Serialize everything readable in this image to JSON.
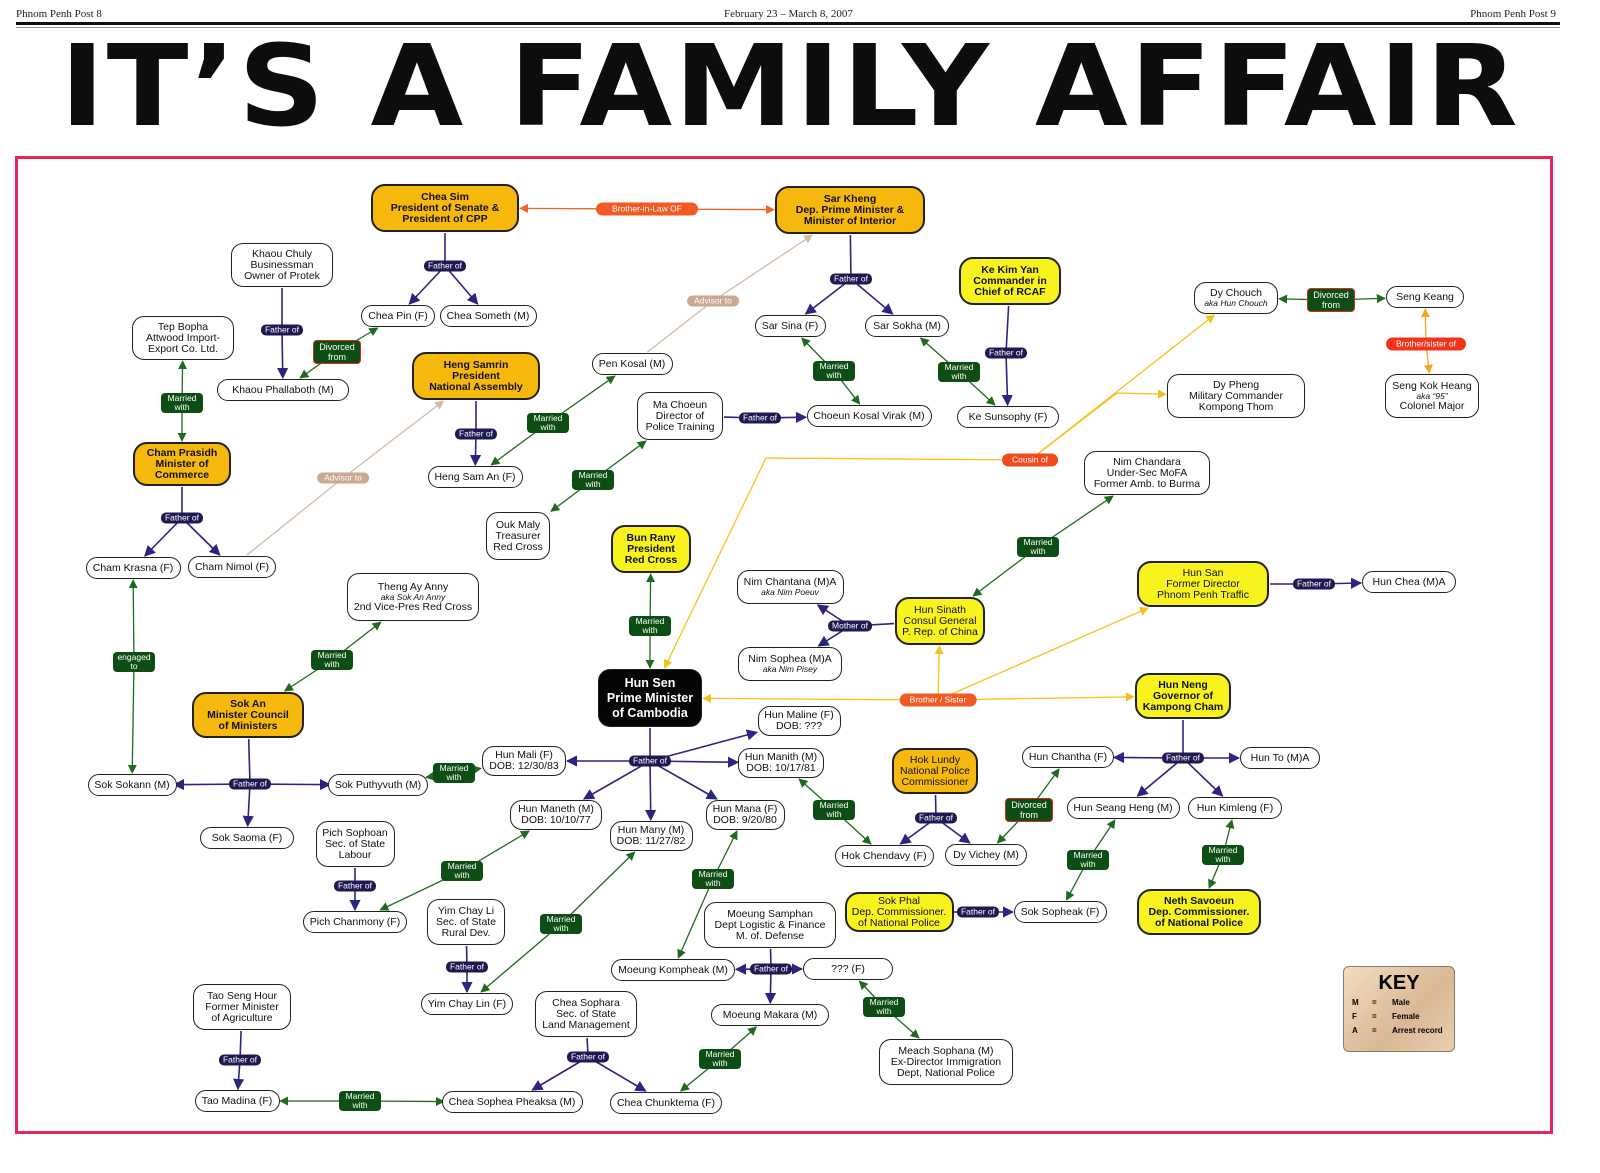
{
  "header": {
    "left": "Phnom Penh Post 8",
    "center": "February 23 – March 8, 2007",
    "right": "Phnom Penh Post 9"
  },
  "title": "IT’S A FAMILY AFFAIR",
  "nodes": {
    "n1": {
      "style": "gold",
      "lines": [
        "Chea Sim",
        "President of Senate &",
        "President of CPP"
      ]
    },
    "n2": {
      "style": "gold",
      "lines": [
        "Sar Kheng",
        "Dep. Prime Minister &",
        "Minister of Interior"
      ]
    },
    "n3": {
      "style": "white",
      "lines": [
        "Khaou Chuly",
        "Businessman",
        "Owner of Protek"
      ]
    },
    "n4": {
      "style": "white",
      "lines": [
        "Chea Pin (F)"
      ]
    },
    "n5": {
      "style": "white",
      "lines": [
        "Chea Someth (M)"
      ]
    },
    "n6": {
      "style": "white",
      "lines": [
        "Tep Bopha",
        "Attwood Import-",
        "Export Co. Ltd."
      ]
    },
    "n7": {
      "style": "white",
      "lines": [
        "Khaou Phallaboth (M)"
      ]
    },
    "n8": {
      "style": "gold",
      "lines": [
        "Heng Samrin",
        "President",
        "National Assembly"
      ]
    },
    "n9": {
      "style": "white",
      "lines": [
        "Pen Kosal (M)"
      ]
    },
    "n10": {
      "style": "white",
      "lines": [
        "Sar Sina (F)"
      ]
    },
    "n11": {
      "style": "white",
      "lines": [
        "Sar Sokha (M)"
      ]
    },
    "n12": {
      "style": "yellow",
      "lines": [
        "Ke Kim Yan",
        "Commander in",
        "Chief of RCAF"
      ]
    },
    "n13": {
      "style": "white",
      "lines": [
        "Dy Chouch",
        "aka Hun Chouch"
      ]
    },
    "n14": {
      "style": "white",
      "lines": [
        "Seng Keang"
      ]
    },
    "n15": {
      "style": "white",
      "lines": [
        "Seng Kok Heang",
        "aka “95”",
        "Colonel Major"
      ]
    },
    "n16": {
      "style": "white",
      "lines": [
        "Dy Pheng",
        "Military Commander",
        "Kompong Thom"
      ]
    },
    "n17": {
      "style": "white",
      "lines": [
        "Ma Choeun",
        "Director of",
        "Police Training"
      ]
    },
    "n18": {
      "style": "white",
      "lines": [
        "Choeun Kosal Virak (M)"
      ]
    },
    "n19": {
      "style": "white",
      "lines": [
        "Ke Sunsophy (F)"
      ]
    },
    "n20": {
      "style": "gold",
      "lines": [
        "Cham Prasidh",
        "Minister of",
        "Commerce"
      ]
    },
    "n21": {
      "style": "white",
      "lines": [
        "Heng Sam An (F)"
      ]
    },
    "n22": {
      "style": "white",
      "lines": [
        "Nim Chandara",
        "Under-Sec MoFA",
        "Former Amb. to Burma"
      ]
    },
    "n23": {
      "style": "white",
      "lines": [
        "Ouk Maly",
        "Treasurer",
        "Red Cross"
      ]
    },
    "n24": {
      "style": "yellow",
      "lines": [
        "Bun Rany",
        "President",
        "Red Cross"
      ]
    },
    "n25": {
      "style": "white",
      "lines": [
        "Cham Krasna (F)"
      ]
    },
    "n26": {
      "style": "white",
      "lines": [
        "Cham Nimol (F)"
      ]
    },
    "n27": {
      "style": "white",
      "lines": [
        "Theng Ay Anny",
        "aka Sok An Anny",
        "2nd Vice-Pres Red Cross"
      ]
    },
    "n28": {
      "style": "white",
      "lines": [
        "Nim Chantana (M)A",
        "aka Nim Poeuv"
      ]
    },
    "n29": {
      "style": "yellow plain",
      "lines": [
        "Hun Sinath",
        "Consul General",
        "P. Rep. of China"
      ]
    },
    "n30": {
      "style": "yellow plain",
      "lines": [
        "Hun San",
        "Former Director",
        "Phnom Penh Traffic"
      ]
    },
    "n31": {
      "style": "white",
      "lines": [
        "Hun Chea (M)A"
      ]
    },
    "n32": {
      "style": "white",
      "lines": [
        "Nim Sophea (M)A",
        "aka Nim Pisey"
      ]
    },
    "n33": {
      "style": "black",
      "lines": [
        "Hun Sen",
        "Prime Minister",
        "of Cambodia"
      ]
    },
    "n34": {
      "style": "gold",
      "lines": [
        "Sok An",
        "Minister Council",
        "of Ministers"
      ]
    },
    "n35": {
      "style": "yellow",
      "lines": [
        "Hun Neng",
        "Governor of",
        "Kampong Cham"
      ]
    },
    "n36": {
      "style": "white",
      "lines": [
        "Hun Maline (F)",
        "DOB: ???"
      ]
    },
    "n37": {
      "style": "white",
      "lines": [
        "Hun Mali (F)",
        "DOB: 12/30/83"
      ]
    },
    "n38": {
      "style": "white",
      "lines": [
        "Hun Manith (M)",
        "DOB: 10/17/81"
      ]
    },
    "n39": {
      "style": "gold plain",
      "lines": [
        "Hok Lundy",
        "National Police",
        "Commissioner"
      ]
    },
    "n40": {
      "style": "white",
      "lines": [
        "Hun Chantha (F)"
      ]
    },
    "n41": {
      "style": "white",
      "lines": [
        "Hun To (M)A"
      ]
    },
    "n42": {
      "style": "white",
      "lines": [
        "Sok Sokann (M)"
      ]
    },
    "n43": {
      "style": "white",
      "lines": [
        "Sok Puthyvuth (M)"
      ]
    },
    "n44": {
      "style": "white",
      "lines": [
        "Hun Seang Heng (M)"
      ]
    },
    "n45": {
      "style": "white",
      "lines": [
        "Hun Kimleng (F)"
      ]
    },
    "n46": {
      "style": "white",
      "lines": [
        "Hun Maneth (M)",
        "DOB: 10/10/77"
      ]
    },
    "n47": {
      "style": "white",
      "lines": [
        "Hun Mana (F)",
        "DOB: 9/20/80"
      ]
    },
    "n48": {
      "style": "white",
      "lines": [
        "Sok Saoma (F)"
      ]
    },
    "n49": {
      "style": "white",
      "lines": [
        "Hun Many (M)",
        "DOB: 11/27/82"
      ]
    },
    "n50": {
      "style": "white",
      "lines": [
        "Pich  Sophoan",
        "Sec. of State",
        "Labour"
      ]
    },
    "n51": {
      "style": "white",
      "lines": [
        "Hok Chendavy (F)"
      ]
    },
    "n52": {
      "style": "white",
      "lines": [
        "Dy Vichey (M)"
      ]
    },
    "n53": {
      "style": "yellow plain",
      "lines": [
        "Sok Phal",
        "Dep. Commissioner.",
        "of National Police"
      ]
    },
    "n54": {
      "style": "white",
      "lines": [
        "Sok Sopheak (F)"
      ]
    },
    "n55": {
      "style": "yellow",
      "lines": [
        "Neth Savoeun",
        "Dep. Commissioner.",
        "of National Police"
      ]
    },
    "n56": {
      "style": "white",
      "lines": [
        "Pich Chanmony (F)"
      ]
    },
    "n57": {
      "style": "white",
      "lines": [
        "Yim Chay Li",
        "Sec. of State",
        "Rural Dev."
      ]
    },
    "n58": {
      "style": "white",
      "lines": [
        "Moeung Samphan",
        "Dept Logistic & Finance",
        "M. of. Defense"
      ]
    },
    "n59": {
      "style": "white",
      "lines": [
        "Moeung Kompheak (M)"
      ]
    },
    "n60": {
      "style": "white",
      "lines": [
        "??? (F)"
      ]
    },
    "n61": {
      "style": "white",
      "lines": [
        "Tao Seng Hour",
        "Former Minister",
        "of Agriculture"
      ]
    },
    "n62": {
      "style": "white",
      "lines": [
        "Yim Chay Lin (F)"
      ]
    },
    "n63": {
      "style": "white",
      "lines": [
        "Chea Sophara",
        "Sec. of State",
        "Land Management"
      ]
    },
    "n64": {
      "style": "white",
      "lines": [
        "Moeung Makara (M)"
      ]
    },
    "n65": {
      "style": "white",
      "lines": [
        "Meach Sophana (M)",
        "Ex-Director Immigration",
        "Dept, National Police"
      ]
    },
    "n66": {
      "style": "white",
      "lines": [
        "Tao Madina (F)"
      ]
    },
    "n67": {
      "style": "white",
      "lines": [
        "Chea Sophea Pheaksa (M)"
      ]
    },
    "n68": {
      "style": "white",
      "lines": [
        "Chea Chunktema (F)"
      ]
    }
  },
  "relations": [
    {
      "label": "Brother-in-Law OF",
      "kind": "inlaw",
      "from": null,
      "to": [
        "n1",
        "n2"
      ]
    },
    {
      "label": "Father of",
      "kind": "father",
      "from": "n1",
      "to": [
        "n4",
        "n5"
      ]
    },
    {
      "label": "Father of",
      "kind": "father",
      "from": "n3",
      "to": [
        "n7"
      ]
    },
    {
      "label": "Divorced from",
      "kind": "divorced",
      "from": null,
      "to": [
        "n7",
        "n4"
      ]
    },
    {
      "label": "Married with",
      "kind": "married",
      "from": null,
      "to": [
        "n6",
        "n20"
      ]
    },
    {
      "label": "Advisor to",
      "kind": "advisor",
      "from": "n9",
      "to": [
        "n2"
      ]
    },
    {
      "label": "Father of",
      "kind": "father",
      "from": "n2",
      "to": [
        "n10",
        "n11"
      ]
    },
    {
      "label": "Father of",
      "kind": "father",
      "from": "n12",
      "to": [
        "n19"
      ]
    },
    {
      "label": "Divorced from",
      "kind": "divorced",
      "from": null,
      "to": [
        "n13",
        "n14"
      ]
    },
    {
      "label": "Brother/sister of",
      "kind": "sibof",
      "from": null,
      "to": [
        "n14",
        "n15"
      ]
    },
    {
      "label": "Married with",
      "kind": "married",
      "from": null,
      "to": [
        "n10",
        "n18"
      ]
    },
    {
      "label": "Married with",
      "kind": "married",
      "from": null,
      "to": [
        "n11",
        "n19"
      ]
    },
    {
      "label": "Father of",
      "kind": "father",
      "from": "n8",
      "to": [
        "n21"
      ]
    },
    {
      "label": "Married with",
      "kind": "married",
      "from": null,
      "to": [
        "n9",
        "n21"
      ]
    },
    {
      "label": "Father of",
      "kind": "father",
      "from": "n17",
      "to": [
        "n18"
      ]
    },
    {
      "label": "Married with",
      "kind": "married",
      "from": null,
      "to": [
        "n17",
        "n23"
      ]
    },
    {
      "label": "Advisor to",
      "kind": "advisor",
      "from": "n26",
      "to": [
        "n8"
      ]
    },
    {
      "label": "Cousin of",
      "kind": "cousin",
      "from": null,
      "to": [
        "n33",
        "n13",
        "n16"
      ]
    },
    {
      "label": "Father of",
      "kind": "father",
      "from": "n20",
      "to": [
        "n25",
        "n26"
      ]
    },
    {
      "label": "Married with",
      "kind": "married",
      "from": null,
      "to": [
        "n22",
        "n29"
      ]
    },
    {
      "label": "engaged to",
      "kind": "engaged",
      "from": null,
      "to": [
        "n25",
        "n42"
      ]
    },
    {
      "label": "Married with",
      "kind": "married",
      "from": null,
      "to": [
        "n27",
        "n34"
      ]
    },
    {
      "label": "Married with",
      "kind": "married",
      "from": null,
      "to": [
        "n24",
        "n33"
      ]
    },
    {
      "label": "Mother of",
      "kind": "mother",
      "from": "n29",
      "to": [
        "n28",
        "n32"
      ]
    },
    {
      "label": "Father of",
      "kind": "father",
      "from": "n30",
      "to": [
        "n31"
      ]
    },
    {
      "label": "Brother / Sister",
      "kind": "sibling",
      "from": null,
      "to": [
        "n33",
        "n29",
        "n30",
        "n35"
      ]
    },
    {
      "label": "Father of",
      "kind": "father",
      "from": "n34",
      "to": [
        "n42",
        "n43",
        "n48"
      ]
    },
    {
      "label": "Married with",
      "kind": "married",
      "from": null,
      "to": [
        "n43",
        "n37"
      ]
    },
    {
      "label": "Father of",
      "kind": "father",
      "from": "n33",
      "to": [
        "n37",
        "n36",
        "n38",
        "n46",
        "n49",
        "n47"
      ]
    },
    {
      "label": "Father of",
      "kind": "father",
      "from": "n35",
      "to": [
        "n40",
        "n41",
        "n44",
        "n45"
      ]
    },
    {
      "label": "Married with",
      "kind": "married",
      "from": null,
      "to": [
        "n38",
        "n51"
      ]
    },
    {
      "label": "Father of",
      "kind": "father",
      "from": "n39",
      "to": [
        "n51",
        "n52"
      ]
    },
    {
      "label": "Divorced from",
      "kind": "divorced",
      "from": null,
      "to": [
        "n40",
        "n52"
      ]
    },
    {
      "label": "Married with",
      "kind": "married",
      "from": null,
      "to": [
        "n44",
        "n54"
      ]
    },
    {
      "label": "Married with",
      "kind": "married",
      "from": null,
      "to": [
        "n45",
        "n55"
      ]
    },
    {
      "label": "Father of",
      "kind": "father",
      "from": "n53",
      "to": [
        "n54"
      ]
    },
    {
      "label": "Father of",
      "kind": "father",
      "from": "n50",
      "to": [
        "n56"
      ]
    },
    {
      "label": "Married with",
      "kind": "married",
      "from": null,
      "to": [
        "n46",
        "n56"
      ]
    },
    {
      "label": "Father of",
      "kind": "father",
      "from": "n57",
      "to": [
        "n62"
      ]
    },
    {
      "label": "Married with",
      "kind": "married",
      "from": null,
      "to": [
        "n49",
        "n62"
      ]
    },
    {
      "label": "Married with",
      "kind": "married",
      "from": null,
      "to": [
        "n47",
        "n59"
      ]
    },
    {
      "label": "Father of",
      "kind": "father",
      "from": "n58",
      "to": [
        "n59",
        "n60",
        "n64"
      ]
    },
    {
      "label": "Married with",
      "kind": "married",
      "from": null,
      "to": [
        "n60",
        "n65"
      ]
    },
    {
      "label": "Father of",
      "kind": "father",
      "from": "n61",
      "to": [
        "n66"
      ]
    },
    {
      "label": "Married with",
      "kind": "married",
      "from": null,
      "to": [
        "n66",
        "n67"
      ]
    },
    {
      "label": "Father of",
      "kind": "father",
      "from": "n63",
      "to": [
        "n67",
        "n68"
      ]
    },
    {
      "label": "Married with",
      "kind": "married",
      "from": null,
      "to": [
        "n64",
        "n68"
      ]
    }
  ],
  "key": {
    "title": "KEY",
    "rows": [
      [
        "M",
        "=",
        "Male"
      ],
      [
        "F",
        "=",
        "Female"
      ],
      [
        "A",
        "=",
        "Arrest record"
      ]
    ]
  },
  "colors": {
    "father": "#2a2580",
    "married": "#1f6a1f",
    "advisor": "#d2bba6",
    "inlaw": "#f0632a",
    "family": "#f5c21c",
    "frame": "#e8245a"
  }
}
